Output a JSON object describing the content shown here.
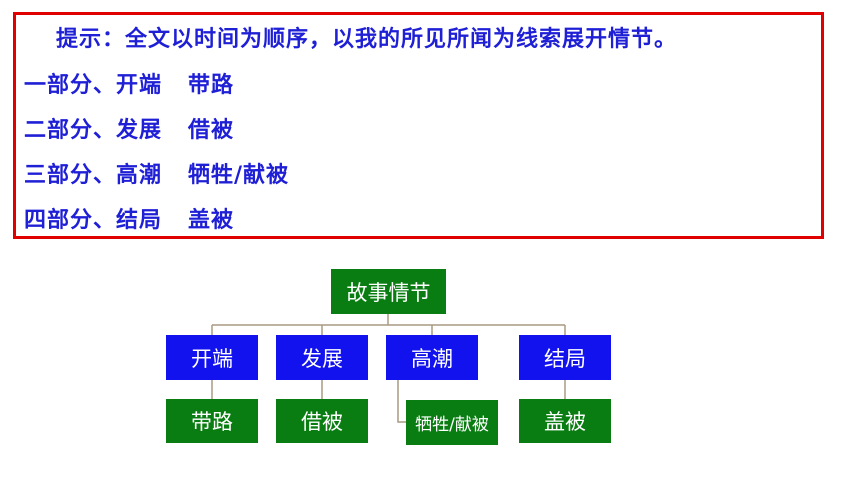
{
  "hint": {
    "intro": "提示：全文以时间为顺序，以我的所见所闻为线索展开情节。",
    "parts": [
      {
        "label": "一部分、开端",
        "item": "带路"
      },
      {
        "label": "二部分、发展",
        "item": "借被"
      },
      {
        "label": "三部分、高潮",
        "item": "牺牲/献被"
      },
      {
        "label": "四部分、结局",
        "item": "盖被"
      }
    ]
  },
  "diagram": {
    "root": "故事情节",
    "stages": [
      "开端",
      "发展",
      "高潮",
      "结局"
    ],
    "events": [
      "带路",
      "借被",
      "牺牲/献被",
      "盖被"
    ]
  },
  "colors": {
    "border": "#e00000",
    "hint_text": "#1f1fd6",
    "stage_fill": "#1212ee",
    "event_fill": "#0a7d12",
    "connector": "#a89a80"
  }
}
